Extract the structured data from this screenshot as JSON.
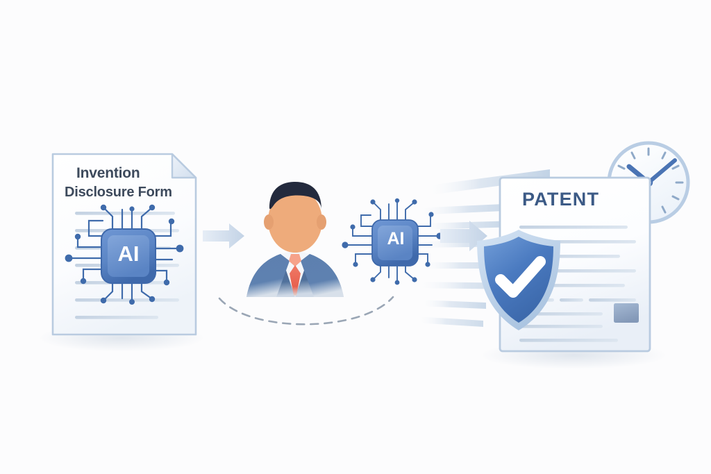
{
  "illustration": {
    "kind": "flat-vector-infographic",
    "title_implied": "AI-assisted patent drafting workflow",
    "background_color": "#fcfcfd",
    "palette": {
      "paper_white": "#fbfcfe",
      "paper_edge": "#b9cbe0",
      "line_gray": "#c8d5e4",
      "chip_blue": "#5b85c5",
      "chip_blue_dark": "#3f69ab",
      "chip_inner": "#6f96d0",
      "circuit_blue": "#3f6bab",
      "title_slate": "#3d4a5c",
      "patent_blue": "#3c5a86",
      "shield_blue": "#4a7ac0",
      "shield_rim": "#b4cbe6",
      "check_white": "#ffffff",
      "arrow_gray_blue": "#ccd9e8",
      "suit_blue": "#46638f",
      "suit_blue_light": "#5c7fae",
      "skin": "#eeab7b",
      "hair_navy": "#232a3d",
      "tie_red": "#ea6a5a",
      "shirt_white": "#f4f6fa",
      "clock_face": "#fafcff",
      "clock_rim": "#b9cde4",
      "clock_hand": "#4a74b4",
      "seal_box": "#93a9c6",
      "dashed_gray": "#9aa6b5"
    }
  },
  "nodes": {
    "left_document": {
      "name": "Invention Disclosure Form",
      "title_line_1": "Invention",
      "title_line_2": "Disclosure Form",
      "has_folded_corner": true,
      "body_text_lines": 7,
      "badge": "AI chip"
    },
    "person": {
      "name": "Inventor / patent professional",
      "description": "faceless businessman avatar",
      "attire": "blue-gray suit, white shirt, coral red tie"
    },
    "ai_chip": {
      "label": "AI",
      "description": "microchip with circuit traces and node dots"
    },
    "right_document": {
      "name": "Granted Patent",
      "title": "PATENT",
      "body_text_lines": 10,
      "seal_box": true,
      "shield_badge": "verified checkmark shield",
      "clock_badge": "clock showing approximately 10:10"
    }
  },
  "connectors": {
    "arrow_1": {
      "name": "form-to-person-arrow",
      "direction": "right"
    },
    "arrow_2": {
      "name": "chip-to-patent-arrow",
      "direction": "right"
    },
    "dashed_arc": {
      "name": "feedback-arc",
      "style": "dashed curve"
    },
    "speed_lines": {
      "name": "motion-lines",
      "count": 8,
      "direction": "right"
    }
  },
  "icons": {
    "chip": "ai-chip-icon",
    "shield": "shield-check-icon",
    "clock": "clock-icon",
    "person": "person-avatar-icon",
    "document": "document-icon",
    "arrow": "arrow-right-icon"
  }
}
